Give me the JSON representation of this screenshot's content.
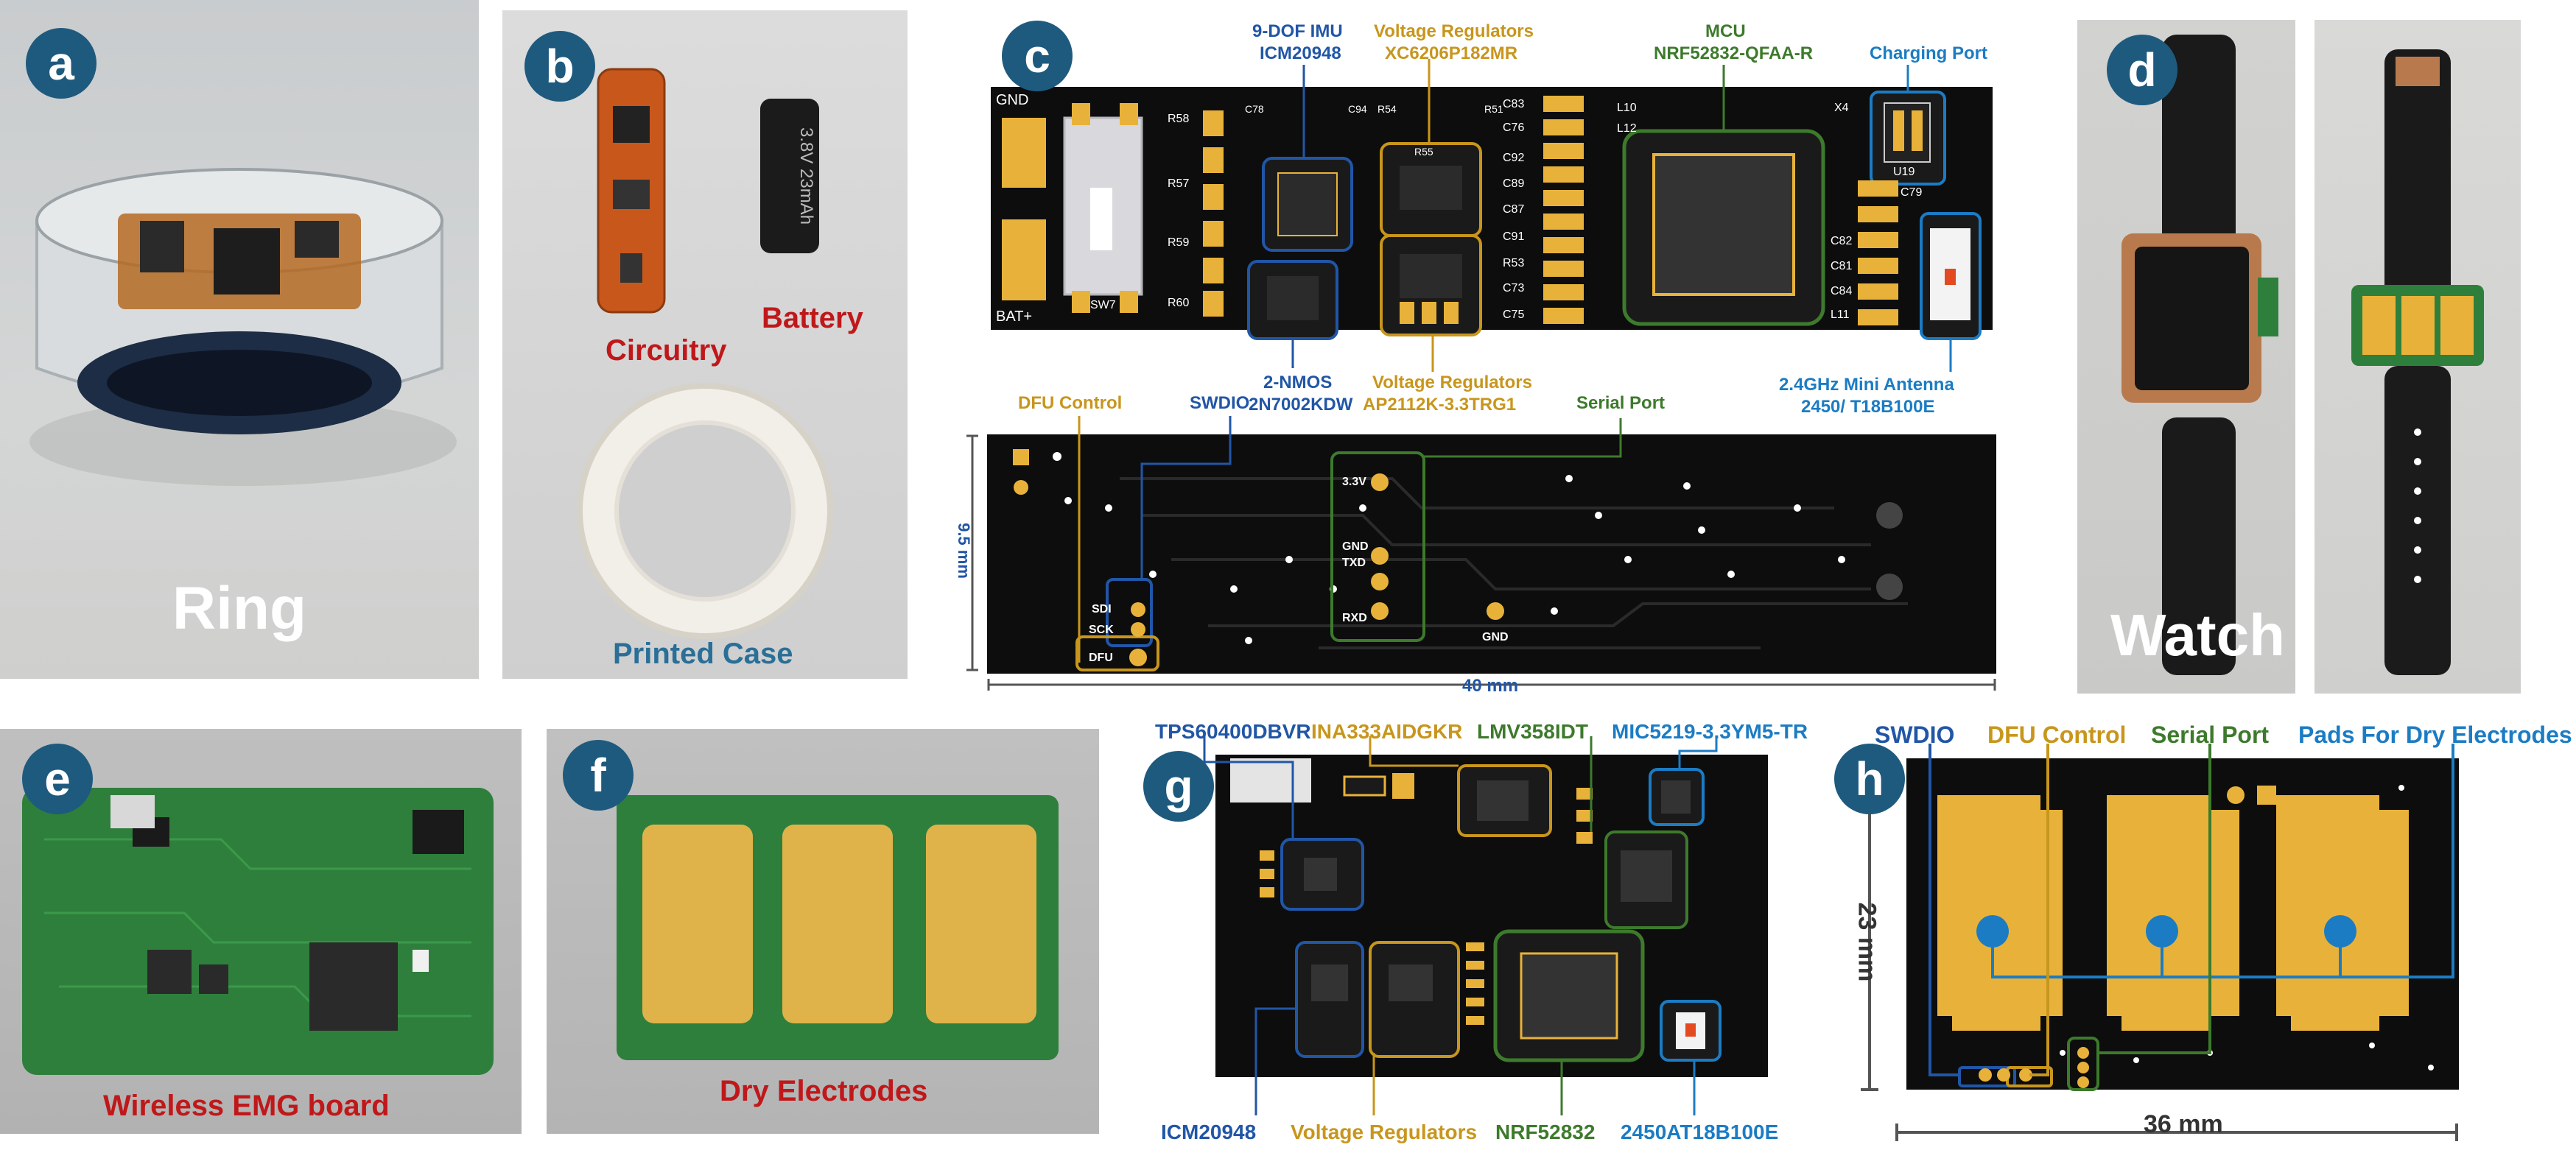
{
  "colors": {
    "badge": "#1e5a7e",
    "red_caption": "#c0181a",
    "teal_caption": "#2a6f97",
    "label_blue": "#2156a6",
    "label_gold": "#c8961c",
    "label_green": "#3d7a2c",
    "label_light_blue": "#1b7cc4",
    "pcb_black": "#0d0d0d",
    "pcb_green": "#2f7f3c",
    "pad_gold": "#e8b23a"
  },
  "panels": {
    "a": {
      "badge": "a",
      "caption": "Ring"
    },
    "b": {
      "badge": "b",
      "circuitry": "Circuitry",
      "battery": "Battery",
      "case": "Printed Case",
      "battery_text": "3.8V 23mAh"
    },
    "c": {
      "badge": "c",
      "labels": {
        "imu": [
          "9-DOF IMU",
          "ICM20948"
        ],
        "vreg_top": [
          "Voltage Regulators",
          "XC6206P182MR"
        ],
        "mcu": [
          "MCU",
          "NRF52832-QFAA-R"
        ],
        "charging": "Charging Port",
        "nmos": [
          "2-NMOS",
          "2N7002KDW"
        ],
        "vreg_bottom": [
          "Voltage Regulators",
          "AP2112K-3.3TRG1"
        ],
        "antenna": [
          "2.4GHz Mini Antenna",
          "2450/ T18B100E"
        ],
        "dfu": "DFU Control",
        "swdio": "SWDIO",
        "serial": "Serial Port"
      },
      "silk": {
        "gnd": "GND",
        "bat": "BAT+",
        "sw": "SW7",
        "r58": "R58",
        "r57": "R57",
        "r59": "R59",
        "r60": "R60",
        "c78": "C78",
        "c94": "C94",
        "r54": "R54",
        "r55": "R55",
        "r51": "R51",
        "c83": "C83",
        "c76": "C76",
        "c92": "C92",
        "c89": "C89",
        "c87": "C87",
        "c91": "C91",
        "r53": "R53",
        "c73": "C73",
        "c75": "C75",
        "l10": "L10",
        "l12": "L12",
        "x4": "X4",
        "u19": "U19",
        "c79": "C79",
        "c82": "C82",
        "c81": "C81",
        "c84": "C84",
        "l11": "L11",
        "sdi": "SDI",
        "sck": "SCK",
        "dfu_pin": "DFU",
        "v33": "3.3V",
        "gnd2": "GND",
        "txd": "TXD",
        "rxd": "RXD",
        "gnd3": "GND"
      },
      "dim_h": "9.5 mm",
      "dim_w": "40 mm"
    },
    "d": {
      "badge": "d",
      "caption": "Watch"
    },
    "e": {
      "badge": "e",
      "caption": "Wireless EMG board"
    },
    "f": {
      "badge": "f",
      "caption": "Dry Electrodes"
    },
    "g": {
      "badge": "g",
      "labels": {
        "tps": "TPS60400DBVR",
        "ina": "INA333AIDGKR",
        "lmv": "LMV358IDT",
        "mic": "MIC5219-3.3YM5-TR",
        "icm": "ICM20948",
        "vreg": "Voltage Regulators",
        "nrf": "NRF52832",
        "ant": "2450AT18B100E"
      }
    },
    "h": {
      "badge": "h",
      "labels": {
        "swdio": "SWDIO",
        "dfu": "DFU Control",
        "serial": "Serial Port",
        "pads": "Pads For Dry Electrodes"
      },
      "dim_h": "23 mm",
      "dim_w": "36 mm"
    }
  }
}
